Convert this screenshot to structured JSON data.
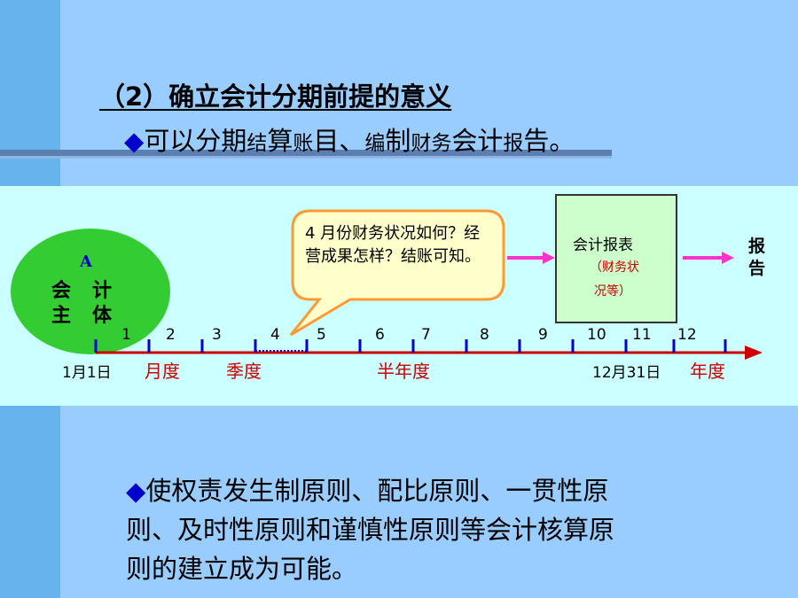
{
  "heading": "（2）确立会计分期前提的意义",
  "bullet1": {
    "marker": "◆",
    "parts": [
      "可以分期",
      "结",
      "算",
      "账",
      "目、",
      "编",
      "制",
      "财",
      "务",
      "会计",
      "报",
      "告。"
    ]
  },
  "diagram": {
    "entity_letter": "A",
    "entity_line1": "会计",
    "entity_line2": "主体",
    "callout_text": "4 月份财务状况如何？经营成果怎样？结账可知。",
    "report_box_title": "会计报表",
    "report_box_sub1": "（财务状",
    "report_box_sub2": "况等）",
    "report_side": "报告",
    "ticks": [
      "1",
      "2",
      "3",
      "4",
      "5",
      "6",
      "7",
      "8",
      "9",
      "10",
      "11",
      "12"
    ],
    "start_date": "1月1日",
    "end_date": "12月31日",
    "periods": [
      "月度",
      "季度",
      "半年度",
      "年度"
    ],
    "colors": {
      "arrow": "#cc0000",
      "tick": "#0000cc",
      "pink_arrow": "#ff33cc",
      "entity": "#33cc33"
    }
  },
  "bullet2": {
    "marker": "◆",
    "line1": "使权责发生制原则、配比原则、一贯性原",
    "line2": "则、及时性原则和谨慎性原则等会计核算原",
    "line3": "则的建立成为可能。"
  }
}
